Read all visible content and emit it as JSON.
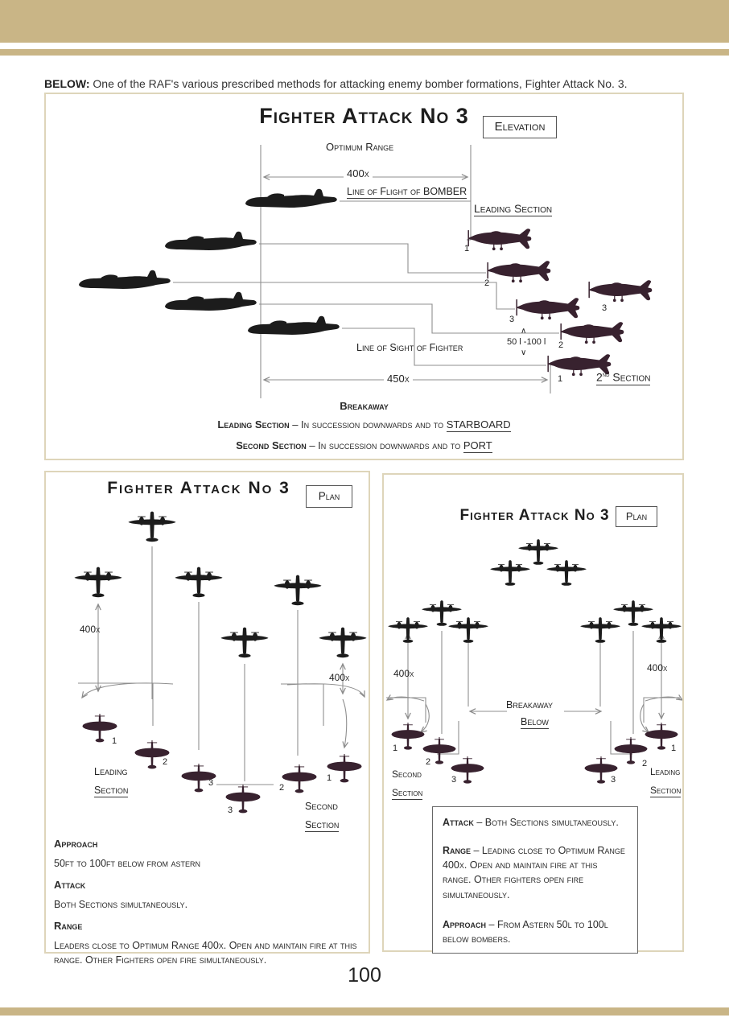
{
  "page": {
    "caption_bold": "BELOW:",
    "caption_rest": " One of the RAF's various prescribed methods for attacking enemy bomber formations, Fighter Attack No. 3.",
    "page_number": "100"
  },
  "colors": {
    "band": "#c9b586",
    "panel_border": "#ded5ba",
    "line": "#8f8f8f",
    "bomber": "#1c1c1c",
    "fighter": "#38222f",
    "text": "#2a2a2a"
  },
  "elevation": {
    "title": "Fighter Attack No 3",
    "view_label": "Elevation",
    "optimum_range_label": "Optimum Range",
    "range_400": "400x",
    "line_of_flight_label": "Line of Flight of BOMBER",
    "leading_section_label": "Leading Section",
    "line_of_sight_label": "Line of Sight of Fighter",
    "sep_up": "∧",
    "separation_label": "50 l -100 l",
    "sep_down": "∨",
    "range_450": "450x",
    "numbers": [
      "1",
      "2",
      "3",
      "3",
      "2",
      "1"
    ],
    "second_num": "2",
    "second_sup": "nd",
    "second_word": " Section",
    "breakaway_title": "Breakaway",
    "line1_lead": "Leading Section",
    "line1_mid": " – In succession downwards and to ",
    "line1_end": "STARBOARD",
    "line2_lead": "Second Section",
    "line2_mid": " – In succession downwards and to ",
    "line2_end": "PORT"
  },
  "plan_left": {
    "title": "Fighter  Attack  No 3",
    "view_label": "Plan",
    "range_left": "400x",
    "range_right": "400x",
    "numbers": [
      "1",
      "2",
      "3",
      "3",
      "2",
      "1"
    ],
    "leading_1": "Leading",
    "leading_2": "Section",
    "second_1": "Second",
    "second_2": "Section",
    "notes": [
      {
        "heading": "Approach",
        "body": "50ft to 100ft below from astern"
      },
      {
        "heading": "Attack",
        "body": "Both Sections simultaneously."
      },
      {
        "heading": "Range",
        "body": "Leaders close to Optimum Range 400x. Open and maintain fire at this range. Other Fighters open fire simultaneously."
      }
    ]
  },
  "plan_right": {
    "title": "Fighter Attack No 3",
    "view_label": "Plan",
    "range_left": "400x",
    "range_right": "400x",
    "breakaway_1": "Breakaway",
    "breakaway_2": "Below",
    "numbers_left": [
      "1",
      "2",
      "3"
    ],
    "numbers_right": [
      "1",
      "2",
      "3"
    ],
    "second_1": "Second",
    "second_2": "Section",
    "leading_1": "Leading",
    "leading_2": "Section",
    "notes": [
      {
        "heading": "Attack",
        "body": " – Both Sections simultaneously."
      },
      {
        "heading": "Range",
        "body": " – Leading close to Optimum Range 400x. Open and maintain fire at this range. Other fighters open fire simultaneously."
      },
      {
        "heading": "Approach",
        "body": " – From Astern 50l to 100l below bombers."
      }
    ]
  }
}
